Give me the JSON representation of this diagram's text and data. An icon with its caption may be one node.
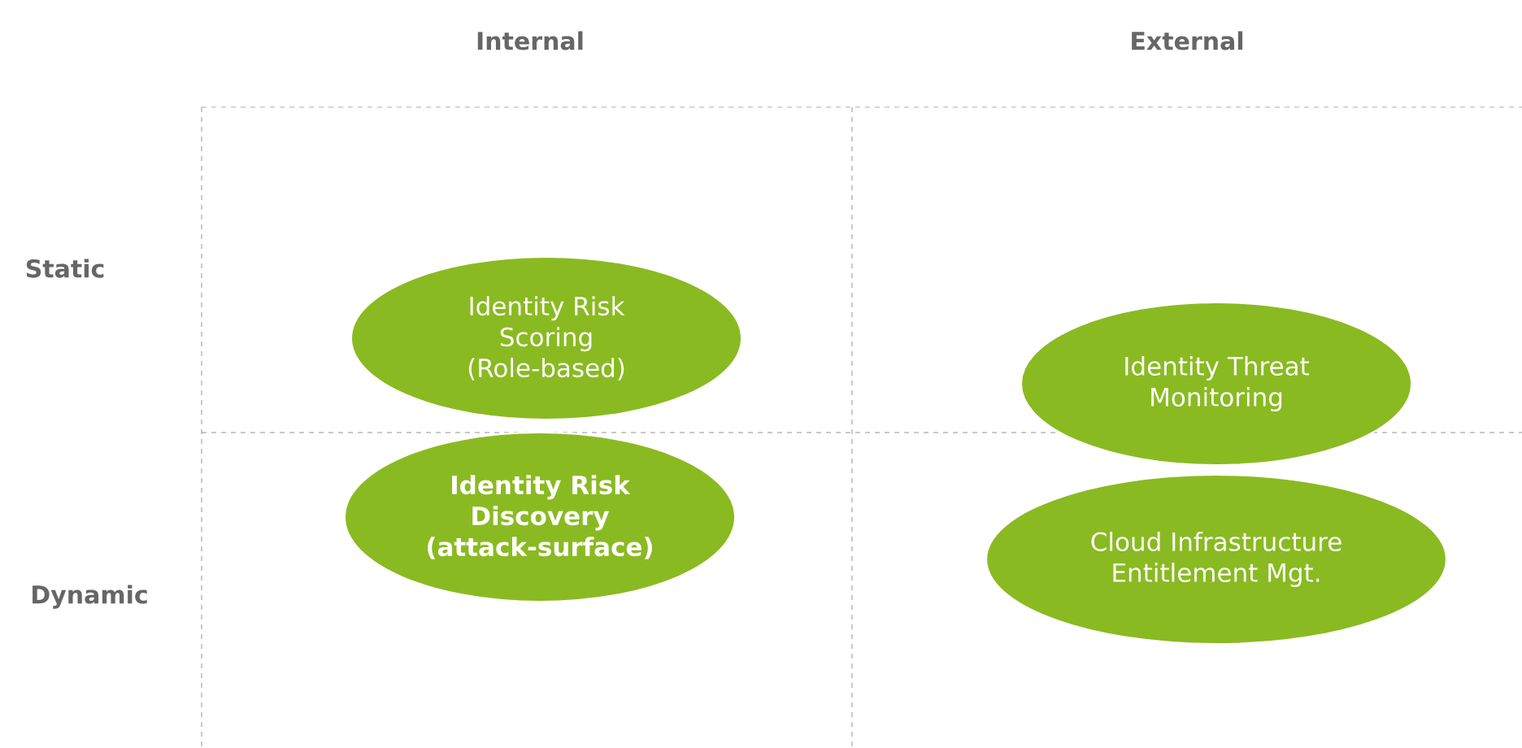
{
  "diagram": {
    "nodes": [
      {
        "text": [
          "Identity Risk Scoring (Role-based)"
        ]
      },
      {
        "text": [
          "Identity Risk Discovery (attack-surface)"
        ]
      },
      {
        "text": [
          "Identity Threat Monitoring"
        ]
      },
      {
        "text": [
          "Cloud Infrastructure Entitlement Mgt."
        ]
      }
    ],
    "labels": [
      "Internal",
      "External",
      "Static",
      "Dynamic"
    ]
  }
}
